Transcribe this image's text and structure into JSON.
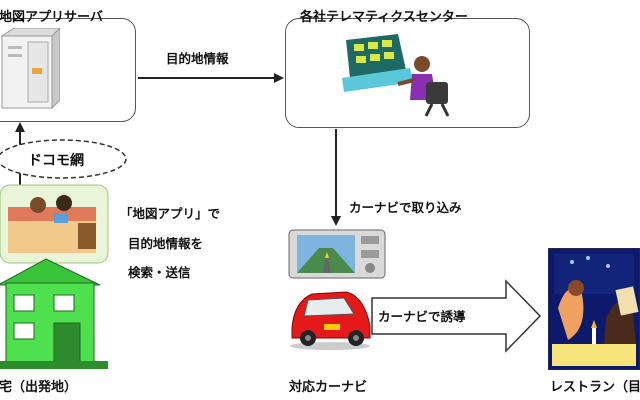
{
  "nodes": {
    "app_server": {
      "label": "地図アプリサーバ"
    },
    "telematics_center": {
      "label": "各社テレマティクスセンター"
    },
    "home": {
      "label": "宅（出発地）"
    },
    "car_navi": {
      "label": "対応カーナビ"
    },
    "restaurant": {
      "label": "レストラン（目"
    }
  },
  "network": {
    "label": "ドコモ網"
  },
  "edges": {
    "server_to_center": "目的地情報",
    "center_to_navi": "カーナビで取り込み",
    "navi_to_restaurant": "カーナビで誘導"
  },
  "home_note": {
    "lines": [
      "「地図アプリ」で",
      "目的地情報を",
      "検索・送信"
    ]
  },
  "colors": {
    "house_green": "#4fe04f",
    "car_red": "#e41a1a",
    "box_border": "#555555",
    "arrow": "#222222"
  }
}
